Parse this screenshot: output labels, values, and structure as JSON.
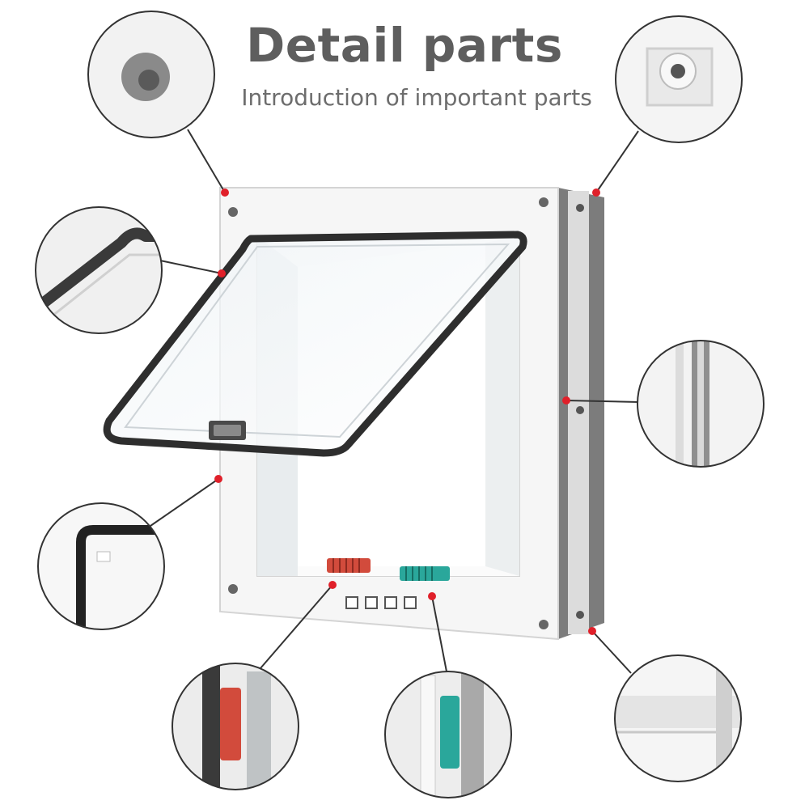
{
  "heading": {
    "title": "Detail parts",
    "subtitle": "Introduction of important parts"
  },
  "colors": {
    "title_text": "#5e5e5e",
    "subtitle_text": "#6d6d6d",
    "callout_dot": "#e0202a",
    "callout_line": "#333333",
    "frame_white": "#f6f6f6",
    "frame_shadow": "#808080",
    "brush_seal": "#2e2e2e",
    "red_lock": "#d24b3c",
    "teal_lock": "#2aa79b"
  },
  "callouts": [
    {
      "name": "screw-hole-detail",
      "subject": "screw-hole-icon"
    },
    {
      "name": "brush-seal-detail",
      "subject": "brush-seal-icon"
    },
    {
      "name": "frame-edge-detail",
      "subject": "frame-edge-icon"
    },
    {
      "name": "red-lock-detail",
      "subject": "red-lock-icon"
    },
    {
      "name": "teal-lock-detail",
      "subject": "teal-lock-icon"
    },
    {
      "name": "back-screw-hole-detail",
      "subject": "back-screw-hole-icon"
    },
    {
      "name": "side-rail-detail",
      "subject": "side-rail-icon"
    },
    {
      "name": "tunnel-detail",
      "subject": "tunnel-icon"
    }
  ]
}
